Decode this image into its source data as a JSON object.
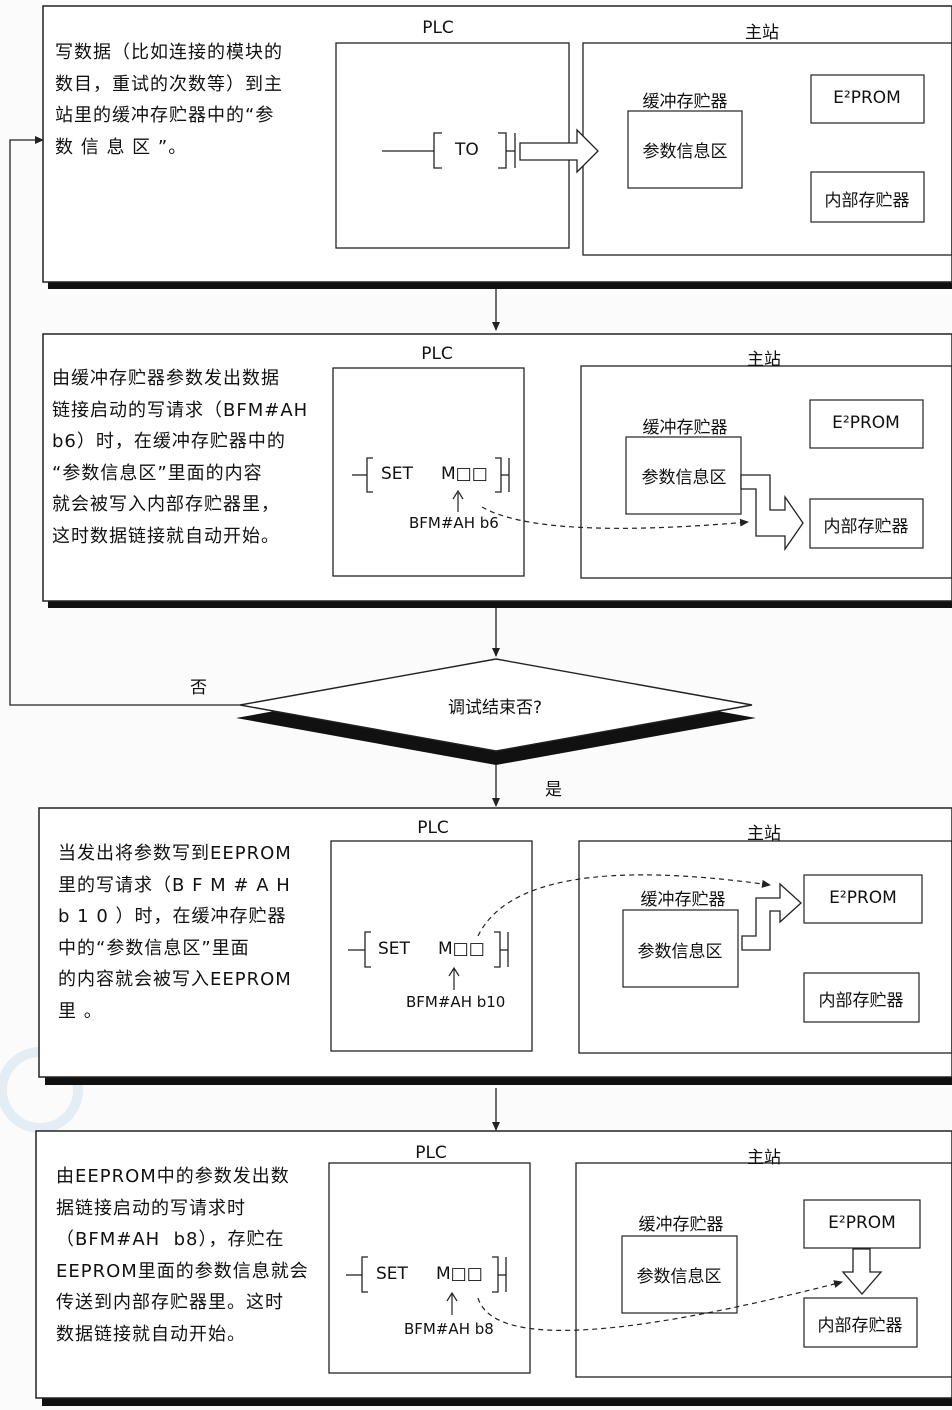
{
  "panels": [
    {
      "description": "写数据（比如连接的模块的\n数目，重试的次数等）到主\n站里的缓冲存贮器中的“参\n数 信 息 区 ”。",
      "plc_label": "PLC",
      "instruction": "TO",
      "master_label": "主站",
      "buffer_label": "缓冲存贮器",
      "param_label": "参数信息区",
      "eeprom_label": "E²PROM",
      "internal_label": "内部存贮器"
    },
    {
      "description": "由缓冲存贮器参数发出数据\n链接启动的写请求（BFM#AH\nb6）时，在缓冲存贮器中的\n“参数信息区”里面的内容\n就会被写入内部存贮器里，\n这时数据链接就自动开始。",
      "plc_label": "PLC",
      "instruction_set": "SET",
      "instruction_device": "M□□",
      "bfm_bit": "BFM#AH b6",
      "master_label": "主站",
      "buffer_label": "缓冲存贮器",
      "param_label": "参数信息区",
      "eeprom_label": "E²PROM",
      "internal_label": "内部存贮器"
    },
    {
      "description": "当发出将参数写到EEPROM\n里的写请求（B F M # A H\nb 1 0 ）时，在缓冲存贮器\n中的“参数信息区”里面\n的内容就会被写入EEPROM\n里 。",
      "plc_label": "PLC",
      "instruction_set": "SET",
      "instruction_device": "M□□",
      "bfm_bit": "BFM#AH b10",
      "master_label": "主站",
      "buffer_label": "缓冲存贮器",
      "param_label": "参数信息区",
      "eeprom_label": "E²PROM",
      "internal_label": "内部存贮器"
    },
    {
      "description": "由EEPROM中的参数发出数\n据链接启动的写请求时\n（BFM#AH  b8），存贮在\nEEPROM里面的参数信息就会\n传送到内部存贮器里。这时\n数据链接就自动开始。",
      "plc_label": "PLC",
      "instruction_set": "SET",
      "instruction_device": "M□□",
      "bfm_bit": "BFM#AH b8",
      "master_label": "主站",
      "buffer_label": "缓冲存贮器",
      "param_label": "参数信息区",
      "eeprom_label": "E²PROM",
      "internal_label": "内部存贮器"
    }
  ],
  "decision": {
    "question": "调试结束否?",
    "no_label": "否",
    "yes_label": "是"
  },
  "colors": {
    "line": "#222222",
    "shadow": "#111111",
    "watermark": "#cfe3ee"
  }
}
